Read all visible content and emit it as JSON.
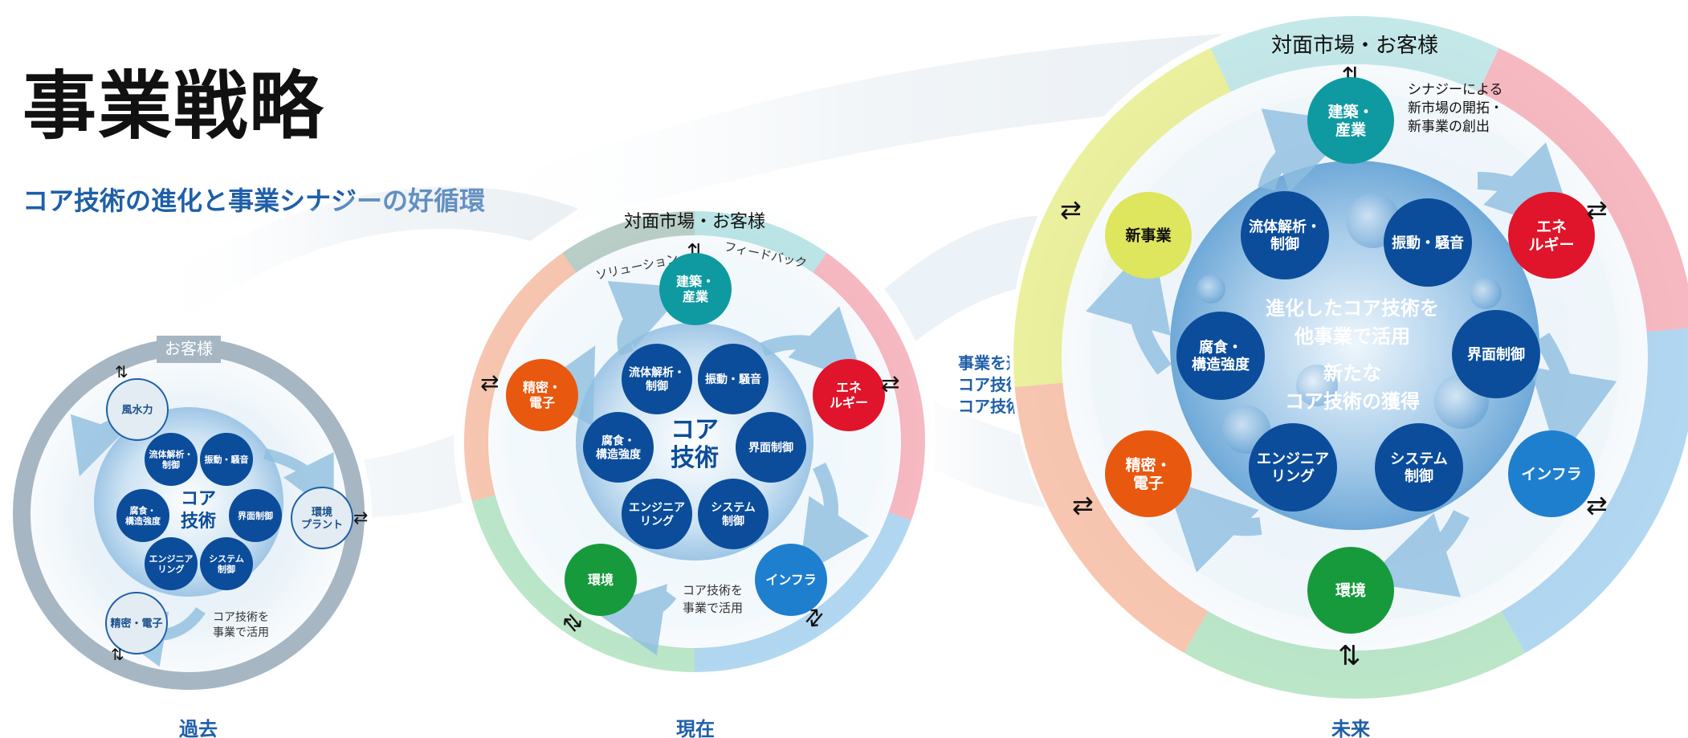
{
  "page": {
    "title": "事業戦略",
    "subtitle": "コア技術の進化と事業シナジーの好循環"
  },
  "past": {
    "label": "過去",
    "ring_label": "お客様",
    "core_line1": "コア",
    "core_line2": "技術",
    "tech": [
      "流体解析・|制御",
      "振動・騒音",
      "界面制御",
      "システム|制御",
      "エンジニア|リング",
      "腐食・|構造強度"
    ],
    "biz": [
      "風水力",
      "環境|プラント",
      "精密・電子"
    ],
    "note_line1": "コア技術を",
    "note_line2": "事業で活用"
  },
  "present": {
    "label": "現在",
    "market": "対面市場・お客様",
    "solution": "ソリューション",
    "feedback": "フィードバック",
    "core_line1": "コア",
    "core_line2": "技術",
    "tech": [
      "流体解析・|制御",
      "振動・騒音",
      "界面制御",
      "システム|制御",
      "エンジニア|リング",
      "腐食・|構造強度"
    ],
    "biz": [
      "建築・|産業",
      "エネ|ルギー",
      "インフラ",
      "環境",
      "精密・|電子"
    ],
    "note_line1": "コア技術を",
    "note_line2": "事業で活用"
  },
  "middle": {
    "line1": "事業を通じて",
    "line2": "コア技術を研鑚、",
    "line3": "コア技術の進化"
  },
  "future": {
    "label": "未来",
    "market": "対面市場・お客様",
    "synergy_line1": "シナジーによる",
    "synergy_line2": "新市場の開拓・",
    "synergy_line3": "新事業の創出",
    "core_line1": "進化したコア技術を",
    "core_line2": "他事業で活用",
    "core_line3": "新たな",
    "core_line4": "コア技術の獲得",
    "tech": [
      "流体解析・|制御",
      "振動・騒音",
      "界面制御",
      "システム|制御",
      "エンジニア|リング",
      "腐食・|構造強度"
    ],
    "biz": [
      "建築・|産業",
      "エネ|ルギー",
      "インフラ",
      "環境",
      "精密・|電子",
      "新事業"
    ]
  },
  "colors": {
    "tech_circle": "#0b4d9b",
    "title_blue": "#1f5fa8",
    "teal": "#0e9aa0",
    "red": "#e0142a",
    "blue": "#1f7fcf",
    "green": "#179a3c",
    "orange": "#e8580f",
    "yellow": "#dde65c"
  }
}
